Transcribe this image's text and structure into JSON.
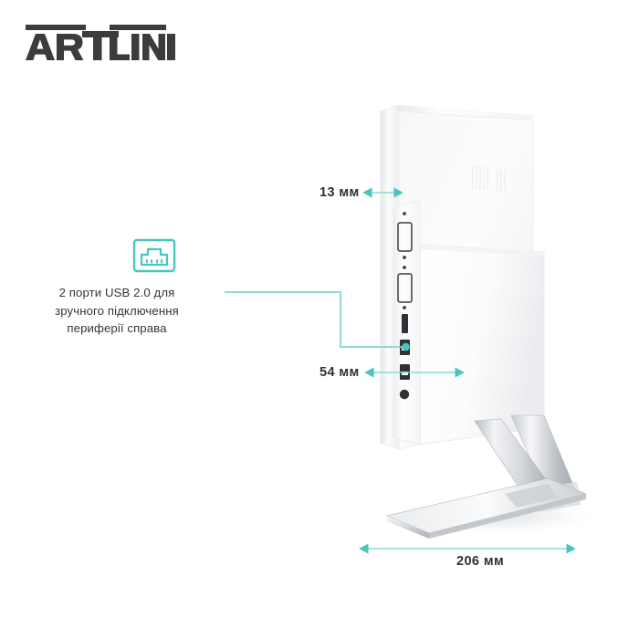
{
  "brand": {
    "name": "ARTLINE",
    "color": "#3c3c3c"
  },
  "theme": {
    "accent": "#49c5c0",
    "accent_line": "#7fd4d0",
    "text": "#333538",
    "background": "#ffffff"
  },
  "feature": {
    "icon_name": "usb-port-icon",
    "caption_lines": [
      "2 порти USB 2.0 для",
      "зручного підключення",
      "периферії справа"
    ]
  },
  "dimensions": {
    "depth": "13 мм",
    "port_area": "54 мм",
    "width": "206 мм"
  },
  "product": {
    "type": "all-in-one-pc",
    "body_color": "#ffffff",
    "stand_color": "#c9ccd0",
    "ports": [
      "card-reader-slot",
      "usb-2-0-port",
      "usb-2-0-port",
      "audio-jack"
    ]
  }
}
